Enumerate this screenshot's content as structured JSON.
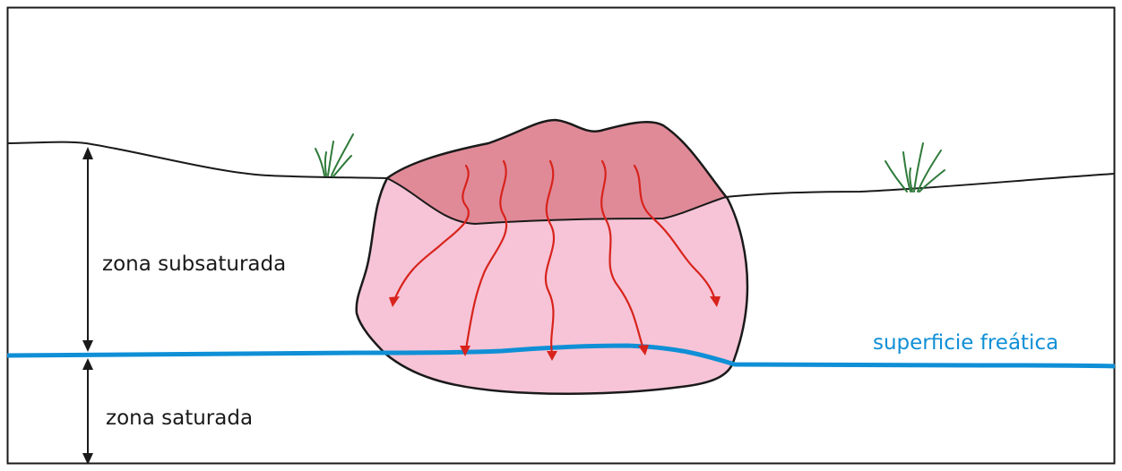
{
  "labels": {
    "unsaturated_zone": "zona subsaturada",
    "saturated_zone": "zona saturada",
    "water_table": "superficie freática"
  },
  "colors": {
    "frame": "#1a1a1a",
    "ground_line": "#1a1a1a",
    "water_table": "#0f8fd6",
    "plume_top": "#e08a98",
    "plume_body": "#f6c4d6",
    "plume_saturated": "#f9dbe7",
    "flow_arrows": "#d8231c",
    "grass": "#2f7a3a",
    "label_text": "#1a1a1a",
    "water_label_text": "#0f8fd6"
  },
  "icons": [
    "grass-tuft-icon",
    "double-arrow-icon",
    "flow-arrow-icon"
  ]
}
